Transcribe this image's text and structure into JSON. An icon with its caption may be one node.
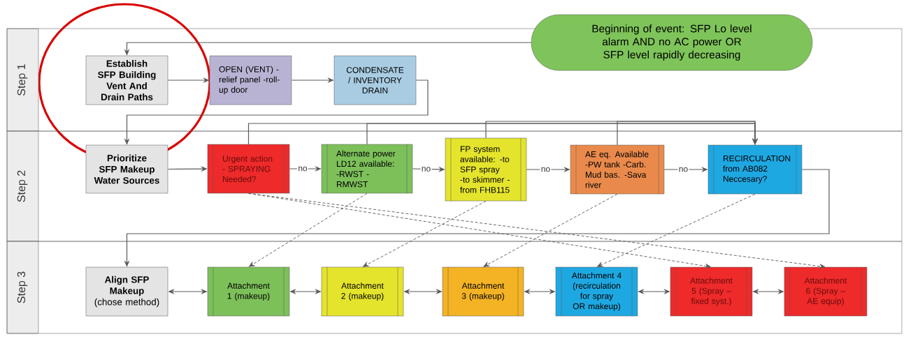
{
  "diagram": {
    "nodes": [
      {
        "text": [
          "Step 1"
        ]
      },
      {
        "text": [
          "Step 2"
        ]
      },
      {
        "text": [
          "Step 3"
        ]
      },
      {
        "text": [
          "Beginning of event: SFP Lo level alarm AND no AC power OR SFP level rapidly decreasing"
        ]
      },
      {
        "text": [
          "Establish SFP Building Vent And Drain Paths"
        ],
        "in": 0
      },
      {
        "text": [
          "OPEN (VENT) - relief panel -roll-up door"
        ],
        "in": 0
      },
      {
        "text": [
          "CONDENSATE / INVENTORY DRAIN"
        ],
        "in": 0
      },
      {
        "text": [
          "Prioritize SFP Makeup Water Sources"
        ],
        "in": 1
      },
      {
        "text": [
          "Urgent action - SPRAYING Needed?"
        ],
        "in": 1
      },
      {
        "text": [
          "Alternate power LD12 available: -RWST -RMWST"
        ],
        "in": 1
      },
      {
        "text": [
          "FP system available: -to SFP spray -to skimmer -from FHB115"
        ],
        "in": 1
      },
      {
        "text": [
          "AE eq. Available -PW tank -Carb. Mud bas. -Sava river"
        ],
        "in": 1
      },
      {
        "text": [
          "RECIRCULATION from AB082 Neccesary?"
        ],
        "in": 1
      },
      {
        "text": [
          "Align SFP Makeup",
          "(chose method)"
        ],
        "in": 2
      },
      {
        "text": [
          "Attachment 1 (makeup)"
        ],
        "in": 2
      },
      {
        "text": [
          "Attachment 2 (makeup)"
        ],
        "in": 2
      },
      {
        "text": [
          "Attachment 3 (makeup)"
        ],
        "in": 2
      },
      {
        "text": [
          "Attachment 4 (recirculation for spray OR makeup)"
        ],
        "in": 2
      },
      {
        "text": [
          "Attachment 5 (Spray – fixed syst.)"
        ],
        "in": 2
      },
      {
        "text": [
          "Attachment 6 (Spray – AE equip)"
        ],
        "in": 2
      }
    ],
    "edges": [
      {
        "from": 3,
        "to": 4,
        "arrow": "to"
      },
      {
        "from": 4,
        "to": 5,
        "arrow": "to"
      },
      {
        "from": 5,
        "to": 6,
        "arrow": "to"
      },
      {
        "from": 6,
        "to": 7,
        "arrow": "to"
      },
      {
        "from": 7,
        "to": 8,
        "arrow": "to"
      },
      {
        "from": 8,
        "to": 9,
        "arrow": "to",
        "label": "no"
      },
      {
        "from": 9,
        "to": 10,
        "arrow": "to",
        "label": "no"
      },
      {
        "from": 10,
        "to": 11,
        "arrow": "to",
        "label": "no"
      },
      {
        "from": 11,
        "to": 12,
        "arrow": "to",
        "label": "no"
      },
      {
        "from": 8,
        "to": 12,
        "arrow": "to"
      },
      {
        "from": 9,
        "to": 12,
        "arrow": "to"
      },
      {
        "from": 10,
        "to": 12,
        "arrow": "to"
      },
      {
        "from": 11,
        "to": 12,
        "arrow": "to"
      },
      {
        "from": 12,
        "to": 13,
        "arrow": "to"
      },
      {
        "from": 8,
        "to": 18,
        "arrow": "to",
        "style": "dashed"
      },
      {
        "from": 8,
        "to": 19,
        "arrow": "to",
        "style": "dashed"
      },
      {
        "from": 9,
        "to": 14,
        "arrow": "to",
        "style": "dashed"
      },
      {
        "from": 10,
        "to": 15,
        "arrow": "to",
        "style": "dashed"
      },
      {
        "from": 11,
        "to": 16,
        "arrow": "to",
        "style": "dashed"
      },
      {
        "from": 12,
        "to": 17,
        "arrow": "to",
        "style": "dashed"
      },
      {
        "from": 13,
        "to": 14,
        "arrow": "both"
      },
      {
        "from": 14,
        "to": 15,
        "arrow": "both"
      },
      {
        "from": 15,
        "to": 16,
        "arrow": "both"
      },
      {
        "from": 16,
        "to": 17,
        "arrow": "both"
      },
      {
        "from": 17,
        "to": 18,
        "arrow": "both"
      },
      {
        "from": 18,
        "to": 19,
        "arrow": "both"
      }
    ]
  }
}
